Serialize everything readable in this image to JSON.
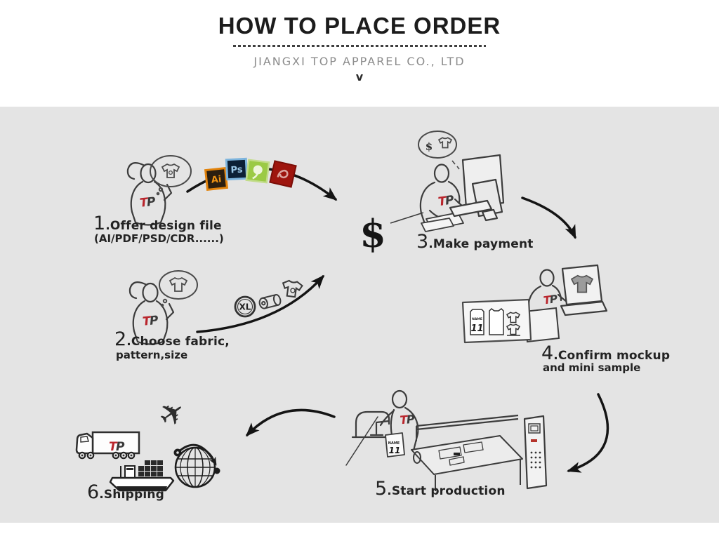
{
  "header": {
    "title": "HOW TO PLACE ORDER",
    "subtitle": "JIANGXI TOP APPAREL CO., LTD",
    "chevron": "v"
  },
  "steps": [
    {
      "number": "1",
      "label": ".Offer design file",
      "sublabel": "(AI/PDF/PSD/CDR......)"
    },
    {
      "number": "2",
      "label": ".Choose fabric,",
      "sublabel": "pattern,size"
    },
    {
      "number": "3",
      "label": ".Make payment"
    },
    {
      "number": "4",
      "label": ".Confirm mockup",
      "sublabel": "and mini sample"
    },
    {
      "number": "5",
      "label": ".Start production"
    },
    {
      "number": "6",
      "label": ".Shipping"
    }
  ],
  "glyphs": {
    "illustrator": "Ai",
    "photoshop": "Ps",
    "size_badge": "XL",
    "dollar": "$",
    "bubble_dollar": "$",
    "plane": "✈",
    "jersey_name": "NAME",
    "jersey_number": "11",
    "brand_t": "T",
    "brand_p": "P"
  },
  "colors": {
    "canvas": "#e4e4e4",
    "line_art": "#3c3c3c",
    "arrow": "#141414",
    "brand_red": "#b9252c",
    "illustrator_accent": "#ee8a0e",
    "photoshop_accent": "#8ec2e8",
    "coreldraw_green": "#9bca45",
    "acrobat_red": "#9e150e"
  }
}
